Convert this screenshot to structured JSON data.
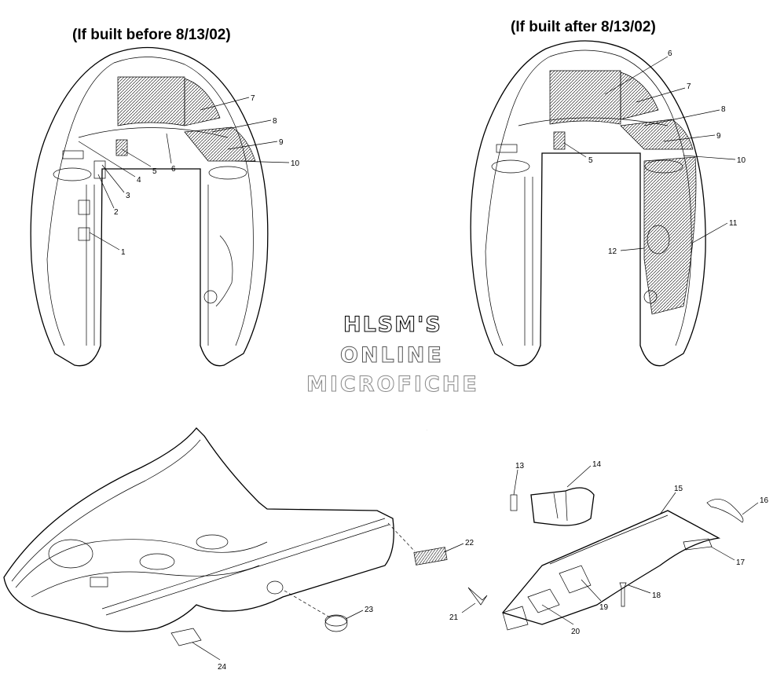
{
  "headings": {
    "before": "(If built before 8/13/02)",
    "after": "(If built after 8/13/02)"
  },
  "watermark": {
    "line1": "HLSM'S",
    "line2": "ONLINE",
    "line3": "MICROFICHE"
  },
  "callouts": {
    "before": [
      "1",
      "2",
      "3",
      "4",
      "5",
      "6",
      "7",
      "8",
      "9",
      "10"
    ],
    "after": [
      "5",
      "6",
      "7",
      "8",
      "9",
      "10",
      "11",
      "12"
    ],
    "bottom": [
      "13",
      "14",
      "15",
      "16",
      "17",
      "18",
      "19",
      "20",
      "21",
      "22",
      "23",
      "24"
    ]
  }
}
